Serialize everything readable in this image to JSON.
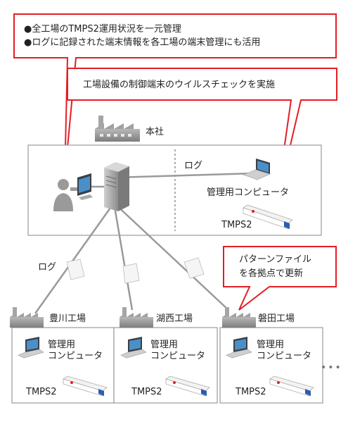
{
  "callouts": {
    "top_line1": "●全工場のTMPS2運用状況を一元管理",
    "top_line2": "●ログに記録された端末情報を各工場の端末管理にも活用",
    "virus_check": "工場設備の制御端末のウイルスチェックを実施",
    "pattern_line1": "パターンファイル",
    "pattern_line2": "を各拠点で更新"
  },
  "hq": {
    "name": "本社",
    "log_label": "ログ",
    "computer_label": "管理用コンピュータ",
    "device_label": "TMPS2"
  },
  "log_label_left": "ログ",
  "factories": [
    {
      "name": "豊川工場",
      "computer_line1": "管理用",
      "computer_line2": "コンピュータ",
      "device_label": "TMPS2"
    },
    {
      "name": "湖西工場",
      "computer_line1": "管理用",
      "computer_line2": "コンピュータ",
      "device_label": "TMPS2"
    },
    {
      "name": "磐田工場",
      "computer_line1": "管理用",
      "computer_line2": "コンピュータ",
      "device_label": "TMPS2"
    }
  ],
  "more": "•••",
  "colors": {
    "callout_border": "#e31e24",
    "box_border": "#9a9a9a",
    "icon_gray": "#8c8c8c"
  }
}
